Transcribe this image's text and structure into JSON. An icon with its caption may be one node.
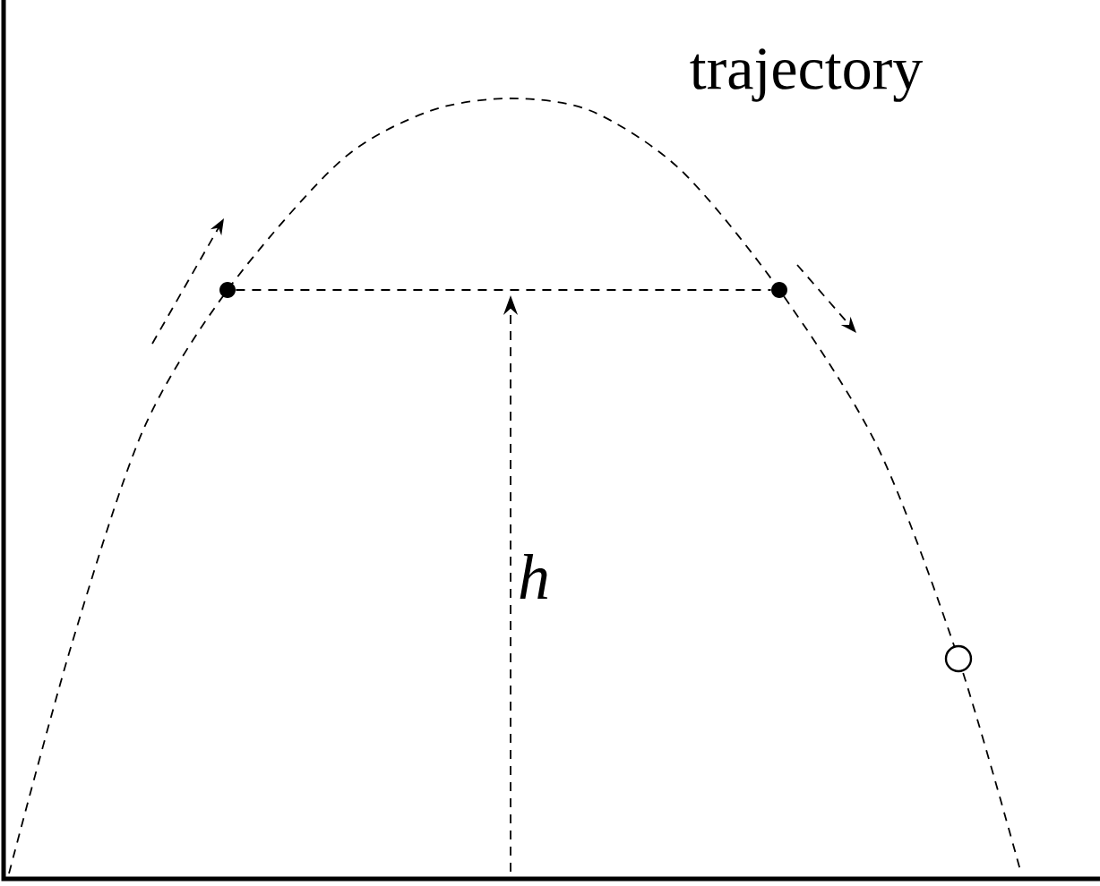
{
  "diagram": {
    "nodes": [
      {
        "text": [],
        "shape": "circle"
      },
      {
        "text": [],
        "shape": "circle"
      },
      {
        "text": [],
        "shape": "circle"
      }
    ],
    "edges": [
      {
        "from": 0,
        "to": 1,
        "arrow": "none",
        "style": "dashed"
      }
    ],
    "labels": [
      "trajectory",
      "h"
    ]
  }
}
